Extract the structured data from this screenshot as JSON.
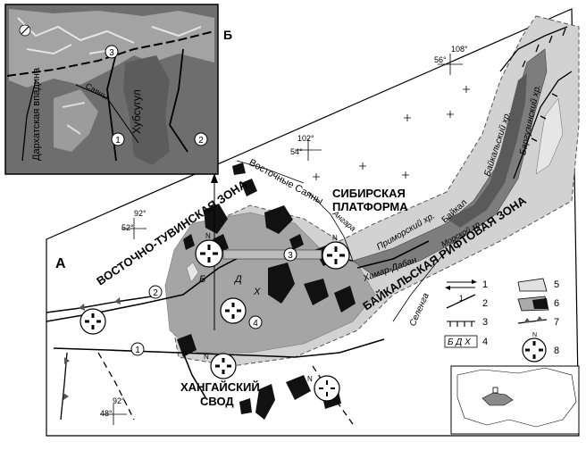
{
  "panel_labels": {
    "main": "А",
    "inset": "Б"
  },
  "inset": {
    "labels": {
      "darkhat": "Дархатская впадина",
      "khubsugul": "Хубсугул",
      "sayan": "Саяны"
    },
    "markers": [
      "1",
      "2",
      "3"
    ]
  },
  "zones": {
    "east_tuva": "ВОСТОЧНО-ТУВИНСКАЯ ЗОНА",
    "siberian_platform_line1": "СИБИРСКАЯ",
    "siberian_platform_line2": "ПЛАТФОРМА",
    "baikal_rift": "БАЙКАЛЬСКАЯ РИФТОВАЯ ЗОНА",
    "khangai_line1": "ХАНГАЙСКИЙ",
    "khangai_line2": "СВОД"
  },
  "places": {
    "east_sayan": "Восточные Саяны",
    "angara": "Ангара",
    "primorsky": "Приморский хр.",
    "baikal_lake": "Байкал",
    "baikal_range": "Байкальский хр.",
    "barguzin": "Баргузинский хр.",
    "morskoy": "Морской хр.",
    "khamar_daban": "Хамар-Дабан",
    "selenga": "Селенга"
  },
  "coordinates": [
    {
      "id": "c-108-56",
      "lon": "108°",
      "lat": "56°"
    },
    {
      "id": "c-102-54",
      "lon": "102°",
      "lat": "54°"
    },
    {
      "id": "c-92-52",
      "lon": "92°",
      "lat": "52°"
    },
    {
      "id": "c-92-48",
      "lon": "92°",
      "lat": "48°"
    }
  ],
  "fault_numbers": [
    "1",
    "2",
    "3",
    "4"
  ],
  "stress_labels": {
    "north": "N"
  },
  "letters_inline": {
    "b": "Б",
    "d": "Д",
    "x": "Х"
  },
  "legend": {
    "items": [
      {
        "num": "1",
        "symbol": "strike-slip-arrows"
      },
      {
        "num": "2",
        "symbol": "numbered-fault"
      },
      {
        "num": "3",
        "symbol": "normal-fault-ticks"
      },
      {
        "num": "4",
        "symbol": "basin-letters",
        "text": "Б Д Х"
      },
      {
        "num": "5",
        "symbol": "light-gray-area"
      },
      {
        "num": "6",
        "symbol": "black-area"
      },
      {
        "num": "7",
        "symbol": "thrust-triangles"
      },
      {
        "num": "8",
        "symbol": "stress-circle"
      }
    ]
  },
  "colors": {
    "dark_gray_zone": "#8c8c8c",
    "mid_gray_zone": "#a9a9a9",
    "light_gray_zone": "#cfcfcf",
    "black_bodies": "#111111",
    "inset_bg": "#6e6e6e"
  }
}
